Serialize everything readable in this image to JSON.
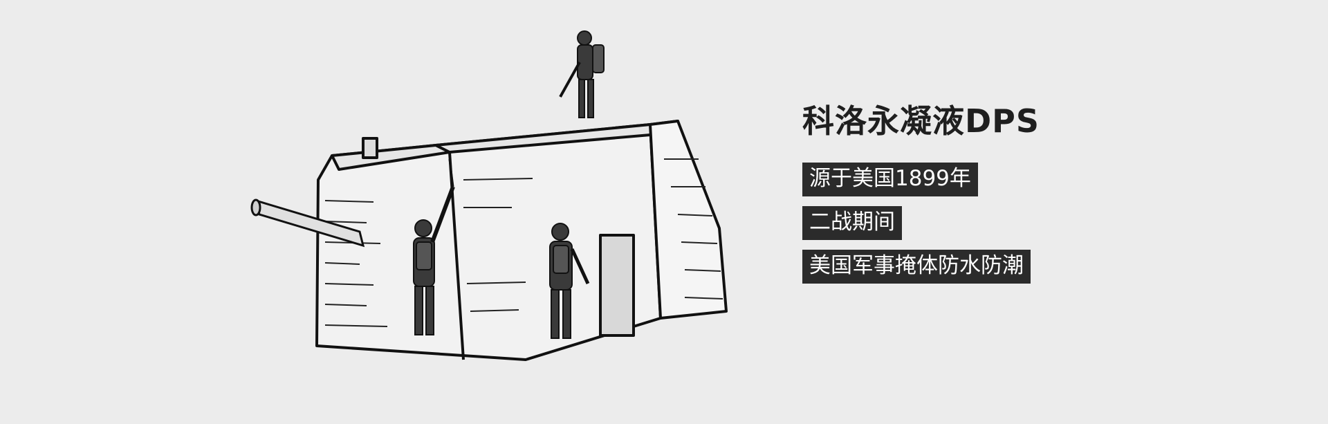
{
  "headline": "科洛永凝液DPS",
  "taglines": [
    "源于美国1899年",
    "二战期间",
    "美国军事掩体防水防潮"
  ],
  "illustration": {
    "subject": "bunker-with-soldiers-spraying"
  },
  "colors": {
    "background": "#ececec",
    "text": "#1f1f1f",
    "tag_background": "#2b2b2b",
    "tag_text": "#ffffff"
  }
}
